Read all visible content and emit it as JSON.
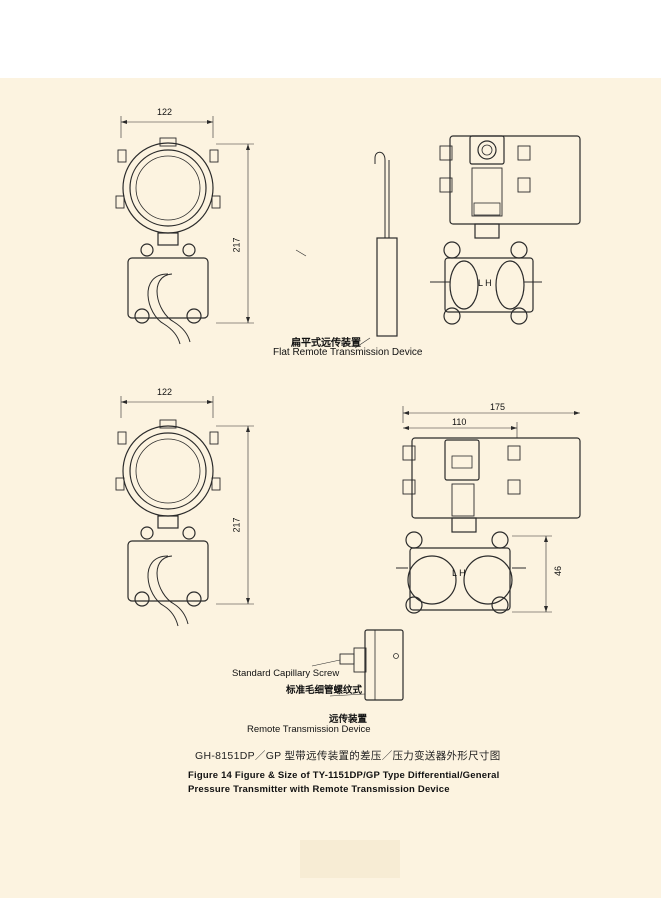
{
  "colors": {
    "paper": "#fcf3e0",
    "ink": "#2b2b2b",
    "accent_block": "#f7ecd4"
  },
  "labels": {
    "dim_122_top": "122",
    "dim_217_top": "217",
    "dim_122_bottom": "122",
    "dim_217_bottom": "217",
    "dim_175": "175",
    "dim_110": "110",
    "dim_46": "46",
    "lh_top": "L  H",
    "lh_bottom": "L  H",
    "flat_cn": "扁平式远传装置",
    "flat_en": "Flat Remote Transmission Device",
    "capillary_en": "Standard Capillary Screw",
    "capillary_cn": "标准毛细管螺纹式",
    "remote_cn": "远传装置",
    "remote_en": "Remote Transmission Device"
  },
  "caption": {
    "cn": "GH-8151DP／GP 型带远传装置的差压／压力变送器外形尺寸图",
    "en_line1": "Figure 14 Figure & Size of TY-1151DP/GP Type Differential/General",
    "en_line2": "Pressure Transmitter with Remote Transmission Device"
  }
}
